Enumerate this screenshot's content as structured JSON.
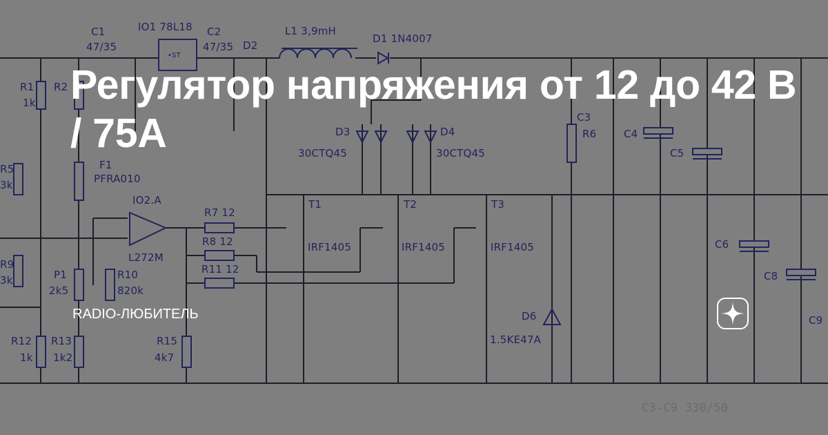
{
  "title": "Регулятор напряжения от 12 до 42 В / 75А",
  "source_name": "RADIO-ЛЮБИТЕЛЬ",
  "icons": {
    "brand": "zen-star-icon"
  },
  "colors": {
    "overlay_bg": "#7f7f7f",
    "title": "#ffffff",
    "schematic_text": "#23235e"
  },
  "schematic": {
    "labels": [
      "IO1 78L18",
      "•ST",
      "L1 3,9mH",
      "D1 1N4007",
      "D2",
      "R1",
      "1k",
      "R2",
      "C1",
      "47/35",
      "C2",
      "47/35",
      "D3",
      "30CTQ45",
      "D4",
      "30CTQ45",
      "C3",
      "R6",
      "C4",
      "C5",
      "F1",
      "PFRA010",
      "R5",
      "3k",
      "IO2.A",
      "R7 12",
      "T1",
      "T2",
      "T3",
      "L272M",
      "R8 12",
      "R11 12",
      "IRF1405",
      "IRF1405",
      "IRF1405",
      "R9",
      "3k",
      "P1",
      "2k5",
      "R10",
      "820k",
      "D6",
      "1.5KE47A",
      "C6",
      "C8",
      "C9",
      "R12",
      "1k",
      "R13",
      "1k2",
      "R15",
      "4k7"
    ],
    "note": "C3-C9 330/50"
  }
}
